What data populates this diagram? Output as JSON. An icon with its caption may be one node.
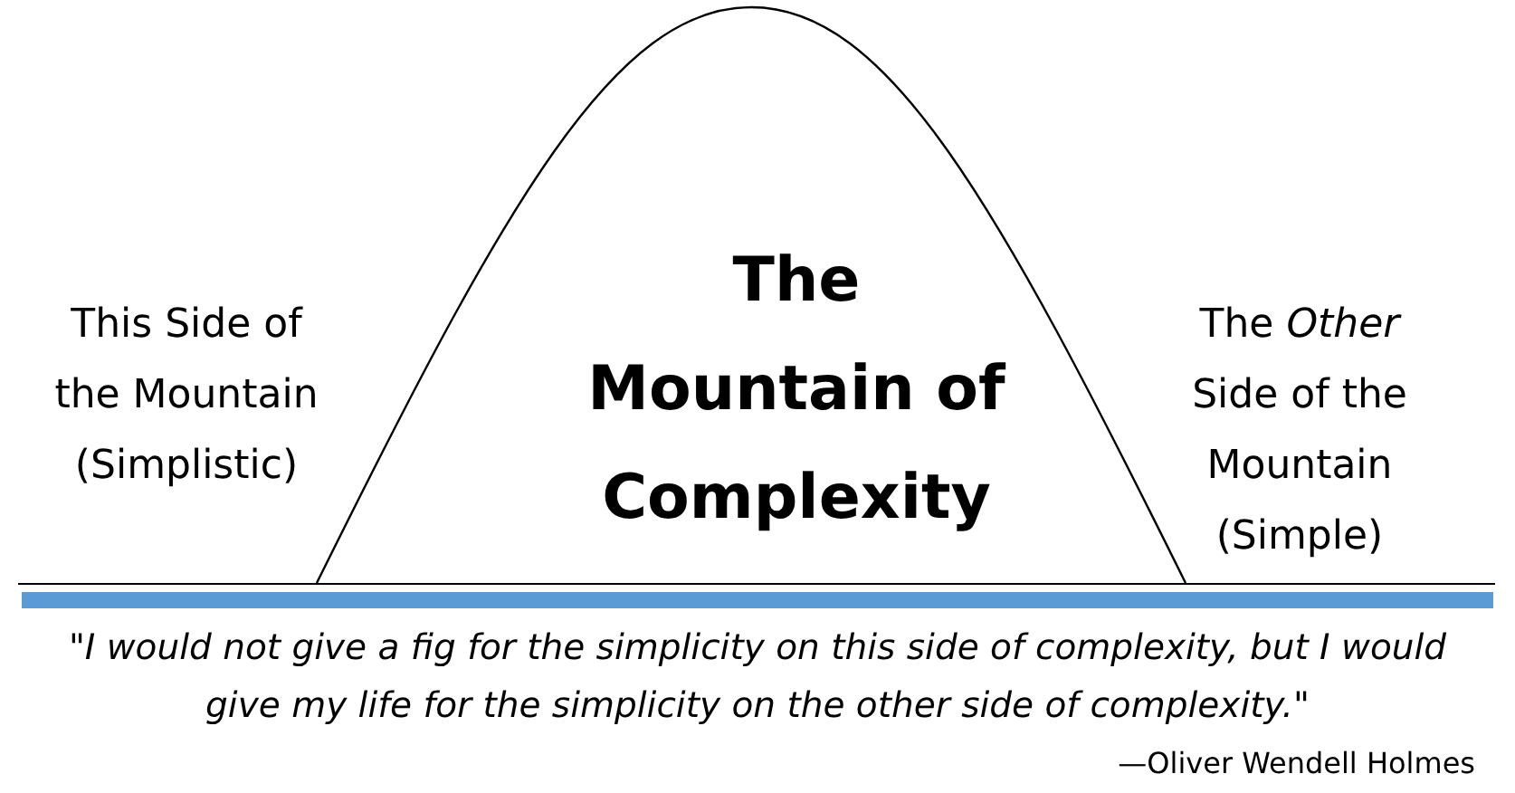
{
  "diagram": {
    "nodes": [
      {
        "text": [
          "The Mountain of Complexity"
        ]
      }
    ],
    "edges": [],
    "labels": [
      "This Side of the Mountain (Simplistic)",
      "The *Other* Side of the Mountain (Simple)",
      "\"I would not give a fig for the simplicity on this side of complexity, but I would give my life for the simplicity on the other side of complexity.\"",
      "—Oliver Wendell Holmes"
    ]
  }
}
